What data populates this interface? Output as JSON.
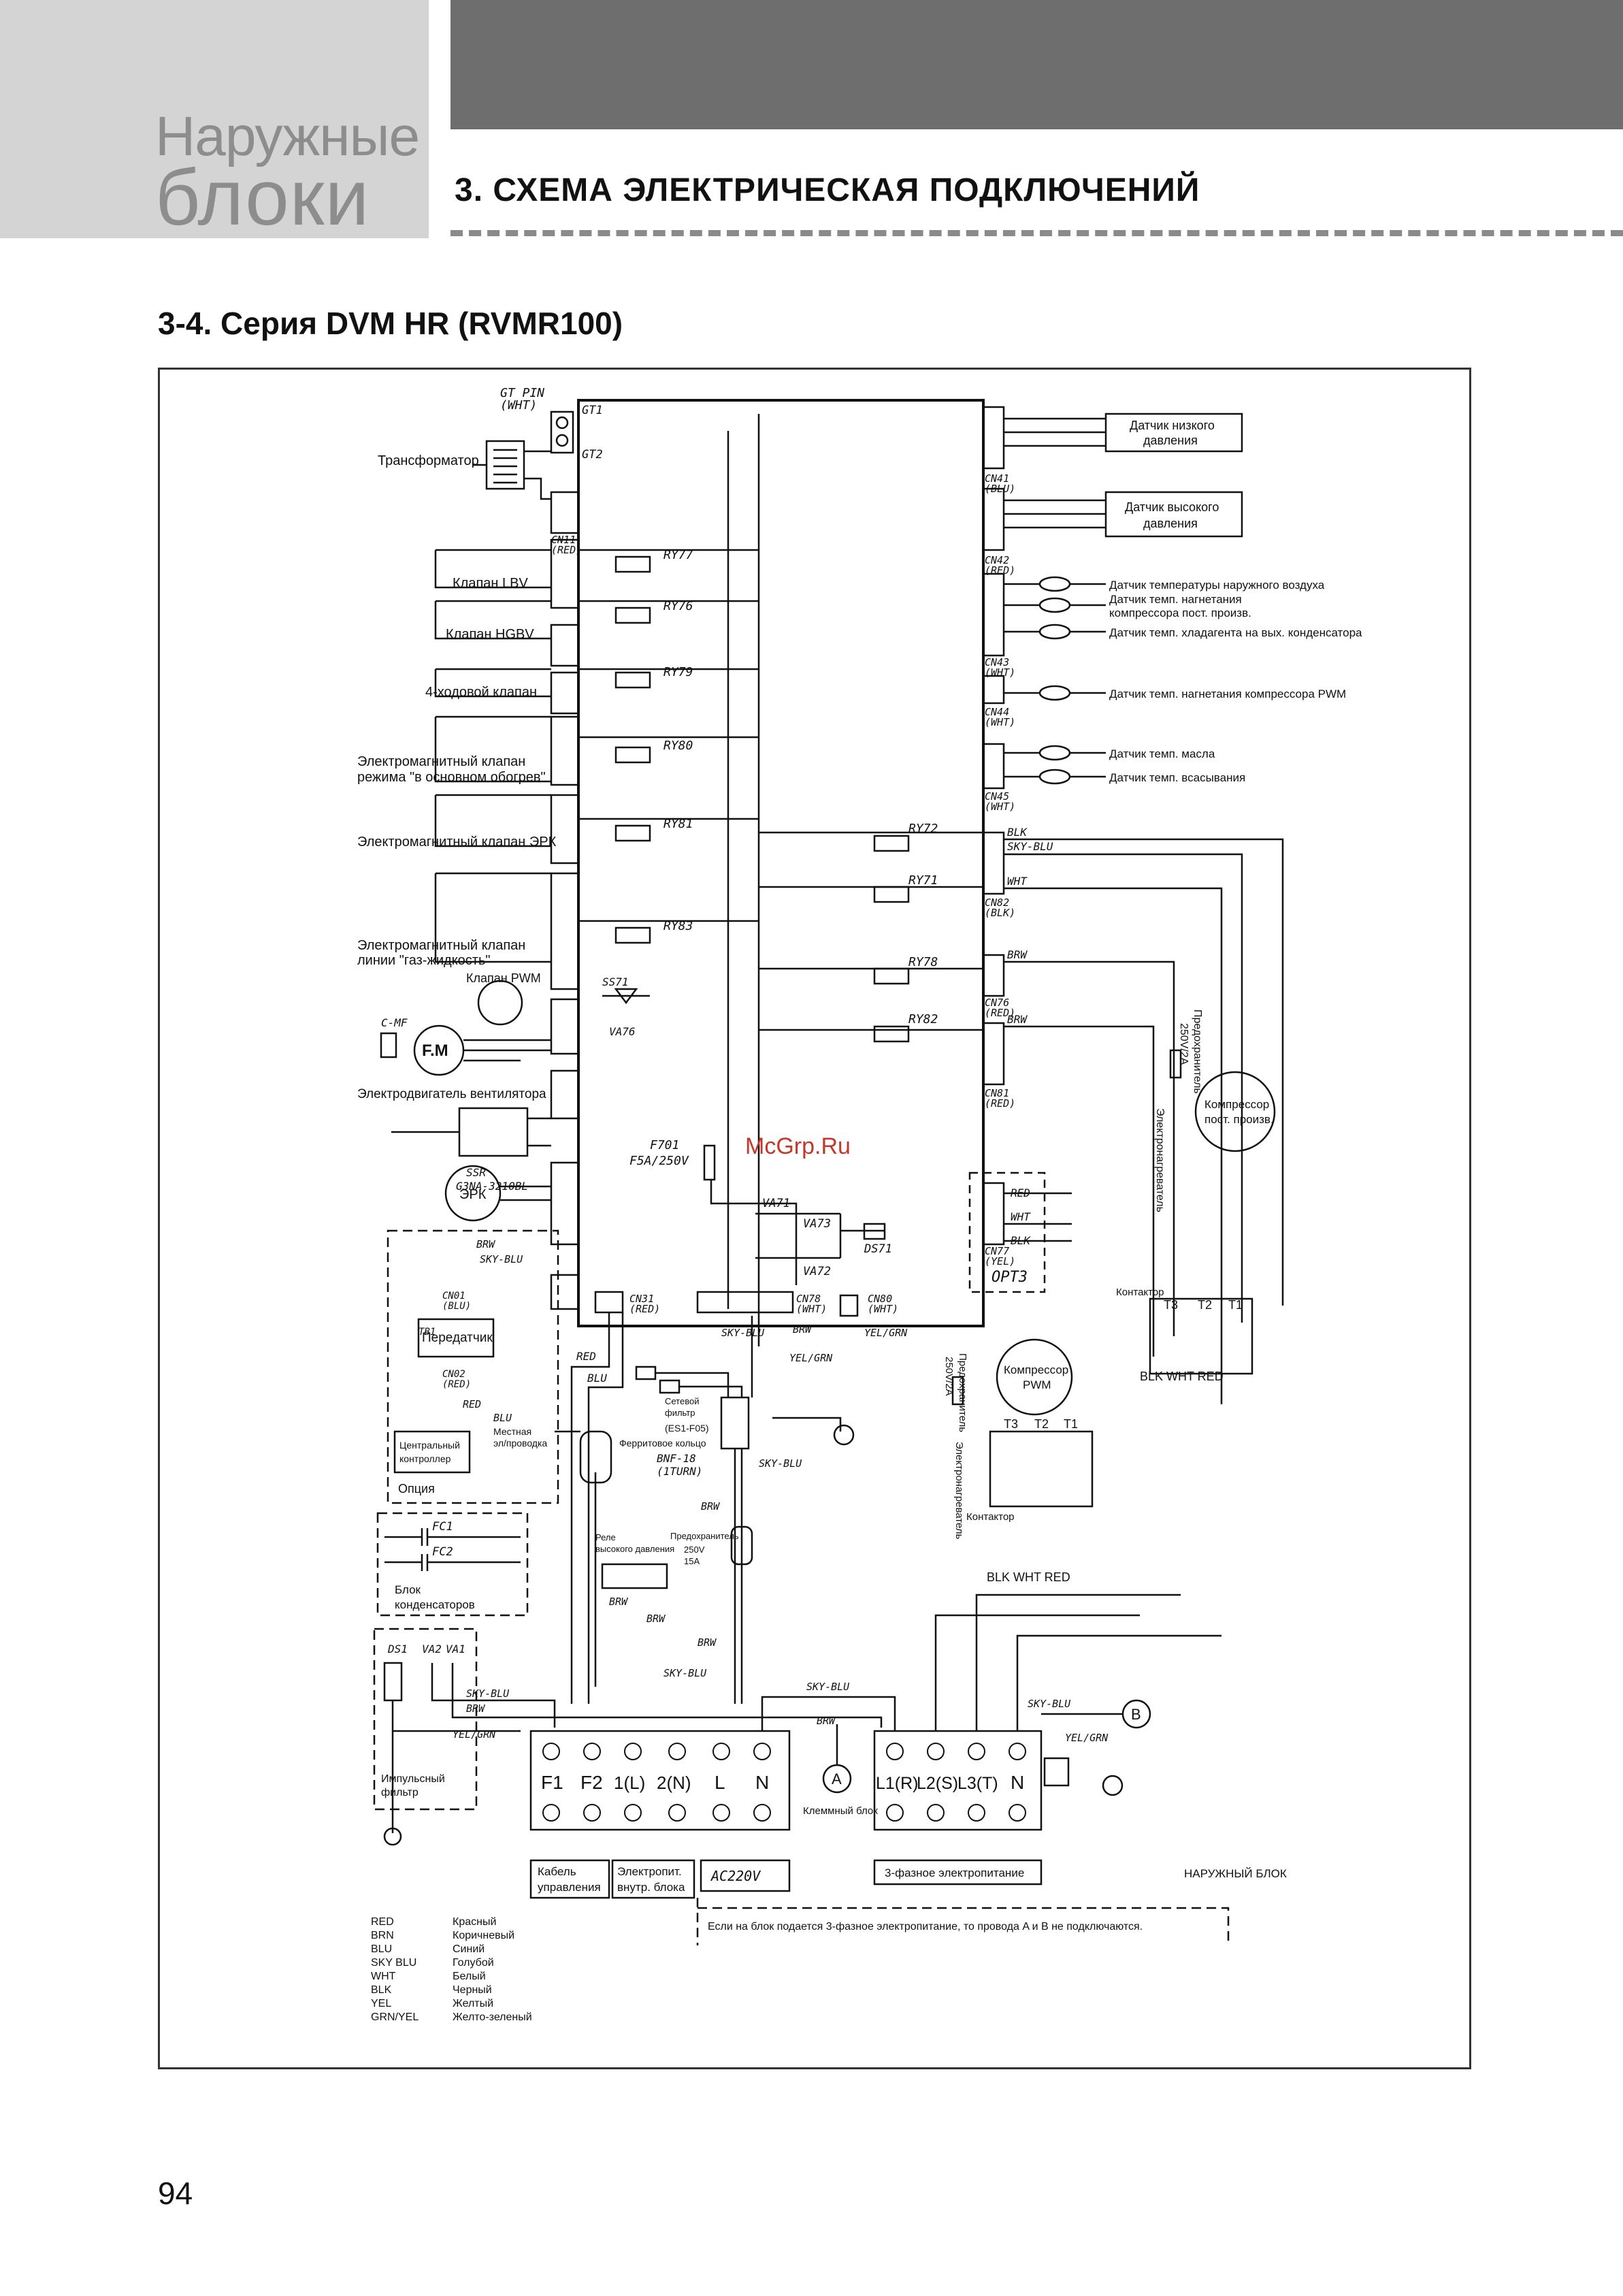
{
  "header": {
    "section_line1": "Наружные",
    "section_line2": "блоки",
    "chapter_title": "3. СХЕМА ЭЛЕКТРИЧЕСКАЯ ПОДКЛЮЧЕНИЙ"
  },
  "subtitle": "3-4.  Серия DVM HR (RVMR100)",
  "page_number": "94",
  "watermark": "McGrp.Ru",
  "diagram": {
    "top_labels": {
      "gt_pin": "GT PIN",
      "gt_pin_color": "(WHT)",
      "gt1": "GT1",
      "gt2": "GT2"
    },
    "left_components": {
      "transformer": "Трансформатор",
      "valve_lbv": "Клапан LBV",
      "valve_hgbv": "Клапан HGBV",
      "four_way": "4-ходовой клапан",
      "sol_heat_1": "Электромагнитный клапан",
      "sol_heat_2": "режима \"в основном обогрев\"",
      "sol_erk": "Электромагнитный клапан ЭРК",
      "sol_gas_1": "Электромагнитный клапан",
      "sol_gas_2": "линии \"газ-жидкость\"",
      "pwm_valve": "Клапан PWM",
      "fan_motor": "Электродвигатель вентилятора",
      "fm": "F.M",
      "c_mf": "C-MF",
      "ssr": "SSR",
      "ssr_model": "G3NA-3210BL",
      "erk": "ЭРК"
    },
    "relays_left": [
      "RY77",
      "RY76",
      "RY79",
      "RY80",
      "RY81",
      "RY83"
    ],
    "relays_right": [
      "RY72",
      "RY71",
      "RY78",
      "RY82"
    ],
    "connectors": {
      "cn11": "CN11",
      "cn11_c": "(RED)",
      "cn41": "CN41",
      "cn41_c": "(BLU)",
      "cn42": "CN42",
      "cn42_c": "(RED)",
      "cn43": "CN43",
      "cn43_c": "(WHT)",
      "cn44": "CN44",
      "cn44_c": "(WHT)",
      "cn45": "CN45",
      "cn45_c": "(WHT)",
      "cn82": "CN82",
      "cn82_c": "(BLK)",
      "cn76": "CN76",
      "cn76_c": "(RED)",
      "cn81": "CN81",
      "cn81_c": "(RED)",
      "cn77": "CN77",
      "cn77_c": "(YEL)",
      "cn31": "CN31",
      "cn31_c": "(RED)",
      "cn78": "CN78",
      "cn78_c": "(WHT)",
      "cn80": "CN80",
      "cn80_c": "(WHT)",
      "opt3": "OPT3"
    },
    "right_sensors": {
      "low_pressure_1": "Датчик низкого",
      "low_pressure_2": "давления",
      "high_pressure_1": "Датчик высокого",
      "high_pressure_2": "давления",
      "t_outdoor": "Датчик температуры наружного воздуха",
      "t_discharge_1": "Датчик темп. нагнетания",
      "t_discharge_2": "компрессора пост. произв.",
      "t_cond_out": "Датчик темп. хладагента на вых. конденсатора",
      "t_discharge_pwm": "Датчик темп. нагнетания компрессора PWM",
      "t_oil": "Датчик темп. масла",
      "t_suction": "Датчик темп. всасывания"
    },
    "wire_colors": {
      "blk": "BLK",
      "sky_blu": "SKY-BLU",
      "wht": "WHT",
      "brw": "BRW",
      "red": "RED",
      "blu": "BLU",
      "yel": "YEL",
      "yel_grn": "YEL/GRN"
    },
    "fuse_main": {
      "name": "F701",
      "rating": "F5A/250V"
    },
    "varistors": {
      "va71": "VA71",
      "va72": "VA72",
      "va73": "VA73",
      "va76": "VA76",
      "ss71": "SS71",
      "ds71": "DS71"
    },
    "compressors": {
      "fixed_1": "Компрессор",
      "fixed_2": "пост. произв.",
      "pwm_1": "Компрессор",
      "pwm_2": "PWM",
      "fuse_label": "Предохранитель",
      "fuse_rating": "250V/2A",
      "heater": "Электронагреватель",
      "contactor": "Контактор",
      "t3": "T3",
      "t2": "T2",
      "t1": "T1",
      "phase_labels": "BLK WHT RED"
    },
    "option_block": {
      "title": "Опция",
      "transmitter": "Передатчик",
      "central_1": "Центральный",
      "central_2": "контроллер",
      "cn01": "CN01",
      "cn01_c": "(BLU)",
      "cn02": "CN02",
      "cn02_c": "(RED)",
      "tb1": "TB1",
      "local_1": "Местная",
      "local_2": "эл/проводка"
    },
    "capacitor_block": {
      "title_1": "Блок",
      "title_2": "конденсаторов",
      "fc1": "FC1",
      "fc2": "FC2"
    },
    "pulse_filter": {
      "title_1": "Импульсный",
      "title_2": "фильтр",
      "ds1": "DS1",
      "va2": "VA2",
      "va1": "VA1"
    },
    "line_filter": {
      "t1": "Сетевой",
      "t2": "фильтр",
      "model": "(ES1-F05)"
    },
    "ferrite": {
      "t1": "Ферритовое кольцо",
      "model": "BNF-18",
      "turns": "(1TURN)"
    },
    "hp_relay": {
      "t1": "Реле",
      "t2": "высокого давления",
      "fuse_t": "Предохранитель",
      "fuse_r1": "250V",
      "fuse_r2": "15A"
    },
    "terminals_left": [
      "F1",
      "F2",
      "1(L)",
      "2(N)",
      "L",
      "N"
    ],
    "terminals_right": [
      "L1(R)",
      "L2(S)",
      "L3(T)",
      "N"
    ],
    "terminal_block": "Клеммный блок",
    "marker_a": "A",
    "marker_b": "B",
    "bottom_labels": {
      "control_1": "Кабель",
      "control_2": "управления",
      "indoor_1": "Электропит.",
      "indoor_2": "внутр. блока",
      "ac220": "AC220V",
      "three_phase": "3-фазное электропитание",
      "outdoor": "НАРУЖНЫЙ БЛОК",
      "note": "Если на блок подается 3-фазное электропитание, то провода A и B не подключаются."
    },
    "legend": [
      {
        "code": "RED",
        "name": "Красный"
      },
      {
        "code": "BRN",
        "name": "Коричневый"
      },
      {
        "code": "BLU",
        "name": "Синий"
      },
      {
        "code": "SKY BLU",
        "name": "Голубой"
      },
      {
        "code": "WHT",
        "name": "Белый"
      },
      {
        "code": "BLK",
        "name": "Черный"
      },
      {
        "code": "YEL",
        "name": "Желтый"
      },
      {
        "code": "GRN/YEL",
        "name": "Желто-зеленый"
      }
    ]
  }
}
